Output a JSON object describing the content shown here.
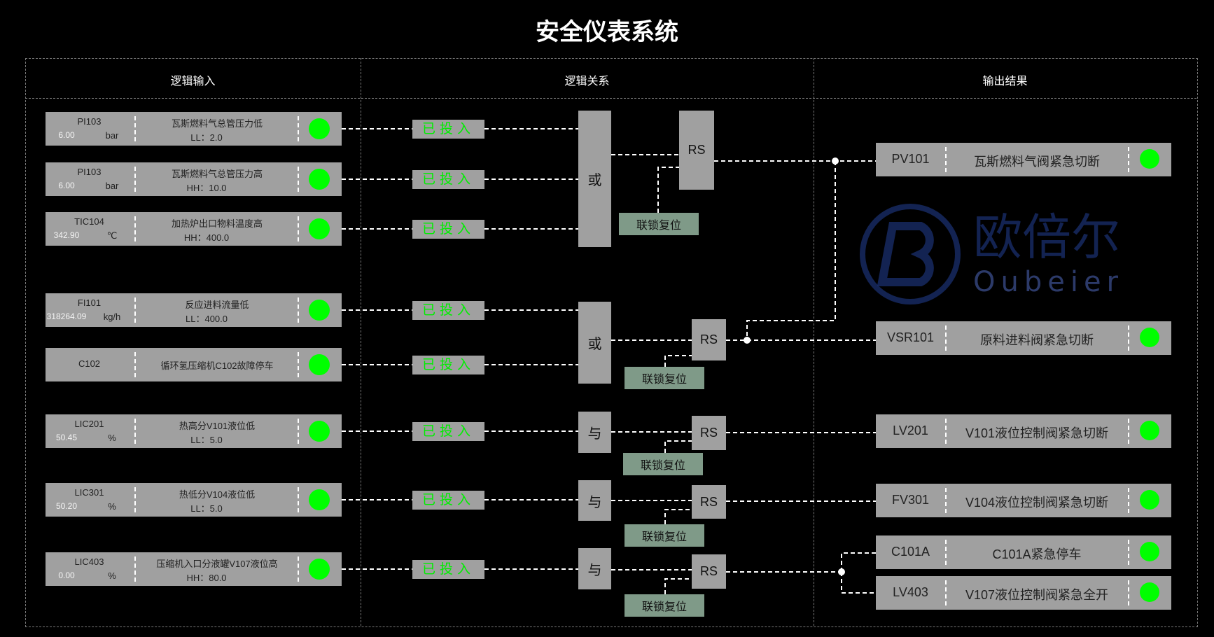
{
  "title": "安全仪表系统",
  "headers": [
    "逻辑输入",
    "逻辑关系",
    "输出结果"
  ],
  "watermark": {
    "cn": "欧倍尔",
    "en": "Oubeier"
  },
  "enabled_label": "已投入",
  "reset_label": "联锁复位",
  "rs_label": "RS",
  "gate_labels": {
    "or": "或",
    "and": "与"
  },
  "inputs": [
    {
      "tag": "PI103",
      "value": "6.00",
      "unit": "bar",
      "desc": "瓦斯燃料气总管压力低",
      "limit": "LL：2.0",
      "status": "on"
    },
    {
      "tag": "PI103",
      "value": "6.00",
      "unit": "bar",
      "desc": "瓦斯燃料气总管压力高",
      "limit": "HH：10.0",
      "status": "on"
    },
    {
      "tag": "TIC104",
      "value": "342.90",
      "unit": "℃",
      "desc": "加热炉出口物料温度高",
      "limit": "HH：400.0",
      "status": "on"
    },
    {
      "tag": "FI101",
      "value": "318264.09",
      "unit": "kg/h",
      "desc": "反应进料流量低",
      "limit": "LL：400.0",
      "status": "on"
    },
    {
      "tag": "C102",
      "value": "",
      "unit": "",
      "desc": "循环氢压缩机C102故障停车",
      "limit": "",
      "status": "on"
    },
    {
      "tag": "LIC201",
      "value": "50.45",
      "unit": "%",
      "desc": "热高分V101液位低",
      "limit": "LL：5.0",
      "status": "on"
    },
    {
      "tag": "LIC301",
      "value": "50.20",
      "unit": "%",
      "desc": "热低分V104液位低",
      "limit": "LL：5.0",
      "status": "on"
    },
    {
      "tag": "LIC403",
      "value": "0.00",
      "unit": "%",
      "desc": "压缩机入口分液罐V107液位高",
      "limit": "HH：80.0",
      "status": "on"
    }
  ],
  "outputs": [
    {
      "tag": "PV101",
      "desc": "瓦斯燃料气阀紧急切断",
      "status": "on"
    },
    {
      "tag": "VSR101",
      "desc": "原料进料阀紧急切断",
      "status": "on"
    },
    {
      "tag": "LV201",
      "desc": "V101液位控制阀紧急切断",
      "status": "on"
    },
    {
      "tag": "FV301",
      "desc": "V104液位控制阀紧急切断",
      "status": "on"
    },
    {
      "tag": "C101A",
      "desc": "C101A紧急停车",
      "status": "on"
    },
    {
      "tag": "LV403",
      "desc": "V107液位控制阀紧急全开",
      "status": "on"
    }
  ],
  "colors": {
    "on": "#00ff00",
    "block": "#a0a0a0",
    "reset": "#7f9a88",
    "enabled_text": "#00ee00"
  }
}
